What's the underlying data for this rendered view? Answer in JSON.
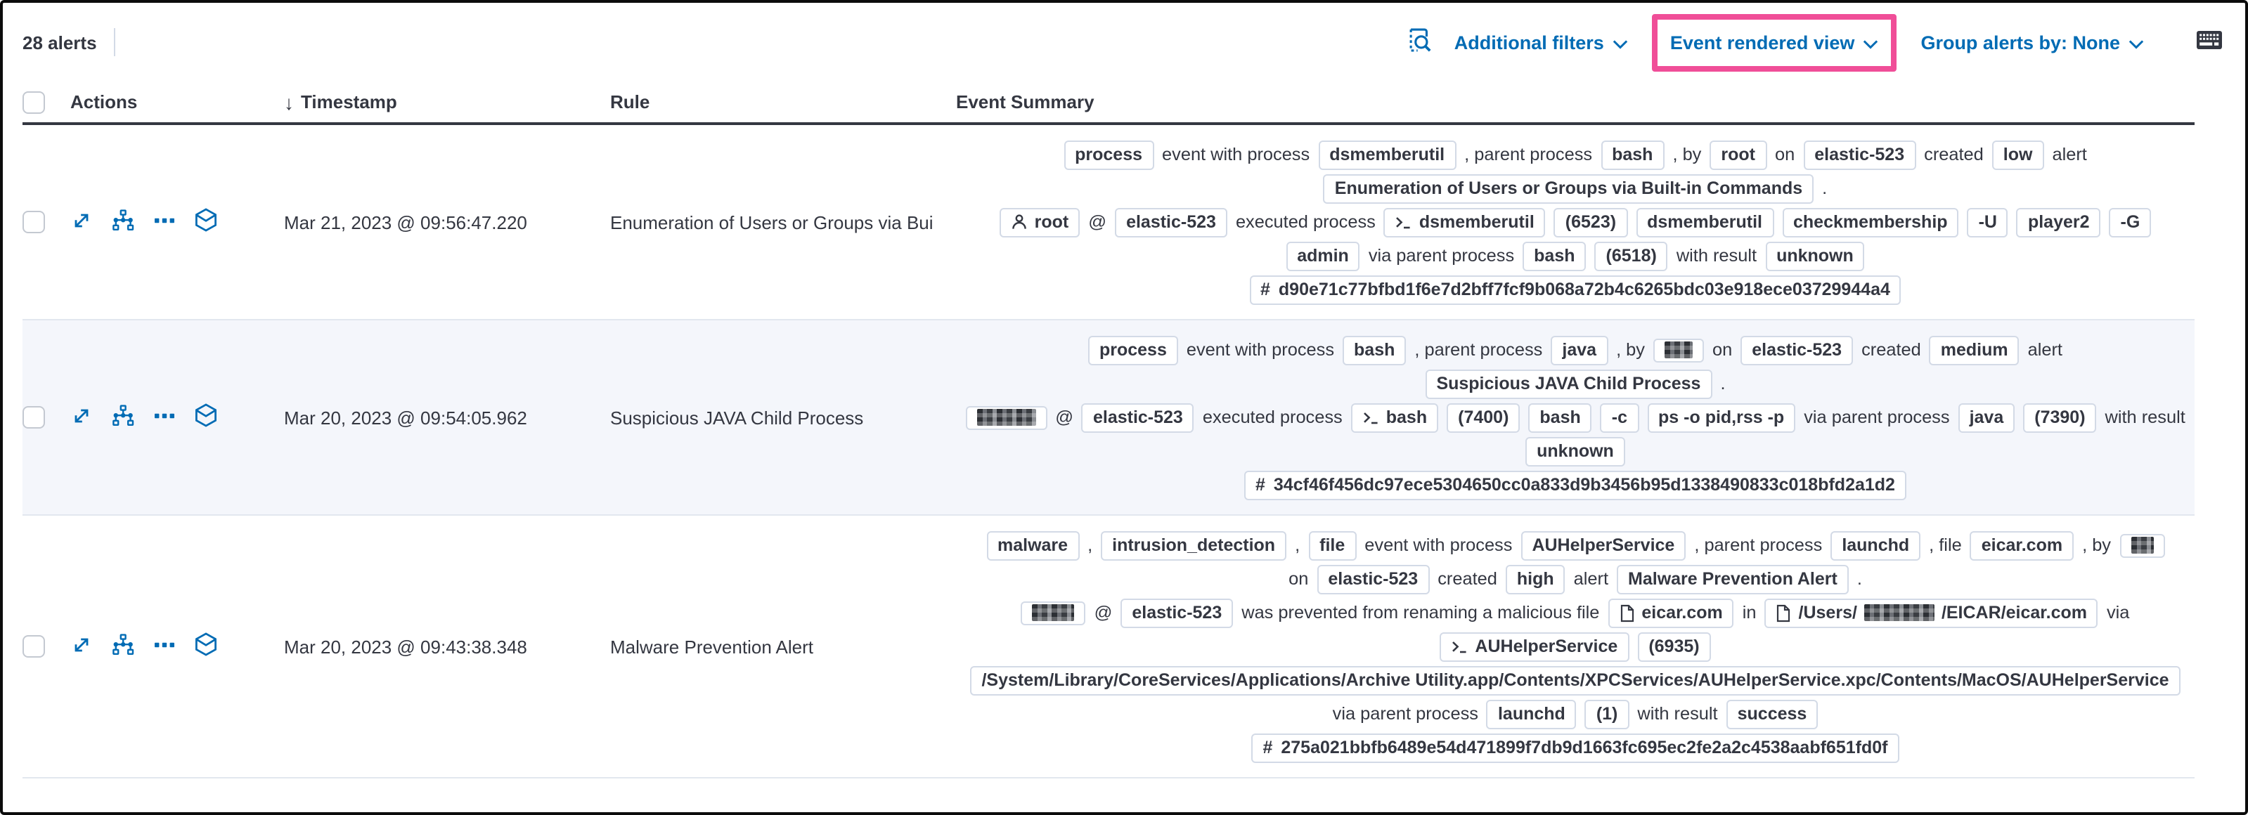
{
  "toolbar": {
    "alert_count": "28 alerts",
    "additional_filters": "Additional filters",
    "view_selector": "Event rendered view",
    "group_by": "Group alerts by: None"
  },
  "icons": {
    "hash_prefix": "#",
    "at_separator": "@"
  },
  "colors": {
    "link_blue": "#006bb4",
    "highlight_pink": "#f04e98",
    "text_dark": "#343741",
    "badge_border": "#d3dae6",
    "stripe_bg": "#f4f6fb"
  },
  "table": {
    "columns": [
      "Actions",
      "Timestamp",
      "Rule",
      "Event Summary"
    ],
    "sort_glyph": "↓",
    "rows": [
      {
        "timestamp": "Mar 21, 2023 @ 09:56:47.220",
        "rule": "Enumeration of Users or Groups via Bui",
        "striped": false,
        "lines": [
          [
            {
              "b": "process"
            },
            {
              "t": "event with process"
            },
            {
              "b": "dsmemberutil"
            },
            {
              "t": ", parent process"
            },
            {
              "b": "bash"
            },
            {
              "t": ", by"
            },
            {
              "b": "root"
            },
            {
              "t": "on"
            },
            {
              "b": "elastic-523"
            },
            {
              "t": "created"
            },
            {
              "b": "low"
            },
            {
              "t": "alert"
            }
          ],
          [
            {
              "b": "Enumeration of Users or Groups via Built-in Commands"
            },
            {
              "t": "."
            }
          ],
          [
            {
              "b": "root",
              "i": "user"
            },
            {
              "t": "@"
            },
            {
              "b": "elastic-523"
            },
            {
              "t": "executed process"
            },
            {
              "b": "dsmemberutil",
              "i": "terminal"
            },
            {
              "b": "(6523)"
            },
            {
              "b": "dsmemberutil"
            },
            {
              "b": "checkmembership"
            },
            {
              "b": "-U"
            },
            {
              "b": "player2"
            },
            {
              "b": "-G"
            }
          ],
          [
            {
              "b": "admin"
            },
            {
              "t": "via parent process"
            },
            {
              "b": "bash"
            },
            {
              "b": "(6518)"
            },
            {
              "t": "with result"
            },
            {
              "b": "unknown"
            }
          ],
          [
            {
              "b": "d90e71c77bfbd1f6e7d2bff7fcf9b068a72b4c6265bdc03e918ece03729944a4",
              "i": "hash"
            }
          ]
        ]
      },
      {
        "timestamp": "Mar 20, 2023 @ 09:54:05.962",
        "rule": "Suspicious JAVA Child Process",
        "striped": true,
        "lines": [
          [
            {
              "b": "process"
            },
            {
              "t": "event with process"
            },
            {
              "b": "bash"
            },
            {
              "t": ", parent process"
            },
            {
              "b": "java"
            },
            {
              "t": ", by"
            },
            {
              "r": 20
            },
            {
              "t": "on"
            },
            {
              "b": "elastic-523"
            },
            {
              "t": "created"
            },
            {
              "b": "medium"
            },
            {
              "t": "alert"
            }
          ],
          [
            {
              "b": "Suspicious JAVA Child Process"
            },
            {
              "t": "."
            }
          ],
          [
            {
              "r": 42
            },
            {
              "t": "@"
            },
            {
              "b": "elastic-523"
            },
            {
              "t": "executed process"
            },
            {
              "b": "bash",
              "i": "terminal"
            },
            {
              "b": "(7400)"
            },
            {
              "b": "bash"
            },
            {
              "b": "-c"
            },
            {
              "b": "ps -o pid,rss -p"
            },
            {
              "t": "via parent process"
            },
            {
              "b": "java"
            },
            {
              "b": "(7390)"
            },
            {
              "t": "with result"
            }
          ],
          [
            {
              "b": "unknown"
            }
          ],
          [
            {
              "b": "34cf46f456dc97ece5304650cc0a833d9b3456b95d1338490833c018bfd2a1d2",
              "i": "hash"
            }
          ]
        ]
      },
      {
        "timestamp": "Mar 20, 2023 @ 09:43:38.348",
        "rule": "Malware Prevention Alert",
        "striped": false,
        "lines": [
          [
            {
              "b": "malware"
            },
            {
              "t": ","
            },
            {
              "b": "intrusion_detection"
            },
            {
              "t": ","
            },
            {
              "b": "file"
            },
            {
              "t": "event with process"
            },
            {
              "b": "AUHelperService"
            },
            {
              "t": ", parent process"
            },
            {
              "b": "launchd"
            },
            {
              "t": ", file"
            },
            {
              "b": "eicar.com"
            },
            {
              "t": ", by"
            },
            {
              "r": 16
            }
          ],
          [
            {
              "t": "on"
            },
            {
              "b": "elastic-523"
            },
            {
              "t": "created"
            },
            {
              "b": "high"
            },
            {
              "t": "alert"
            },
            {
              "b": "Malware Prevention Alert"
            },
            {
              "t": "."
            }
          ],
          [
            {
              "r": 30
            },
            {
              "t": "@"
            },
            {
              "b": "elastic-523"
            },
            {
              "t": "was prevented from renaming a malicious file"
            },
            {
              "b": "eicar.com",
              "i": "file"
            },
            {
              "t": "in"
            },
            {
              "p": [
                {
                  "t": "/Users/"
                },
                {
                  "r": 50
                },
                {
                  "t": "/EICAR/eicar.com"
                }
              ],
              "i": "file"
            },
            {
              "t": "via"
            }
          ],
          [
            {
              "b": "AUHelperService",
              "i": "terminal"
            },
            {
              "b": "(6935)"
            }
          ],
          [
            {
              "b": "/System/Library/CoreServices/Applications/Archive Utility.app/Contents/XPCServices/AUHelperService.xpc/Contents/MacOS/AUHelperService"
            }
          ],
          [
            {
              "t": "via parent process"
            },
            {
              "b": "launchd"
            },
            {
              "b": "(1)"
            },
            {
              "t": "with result"
            },
            {
              "b": "success"
            }
          ],
          [
            {
              "b": "275a021bbfb6489e54d471899f7db9d1663fc695ec2fe2a2c4538aabf651fd0f",
              "i": "hash"
            }
          ]
        ]
      }
    ]
  }
}
